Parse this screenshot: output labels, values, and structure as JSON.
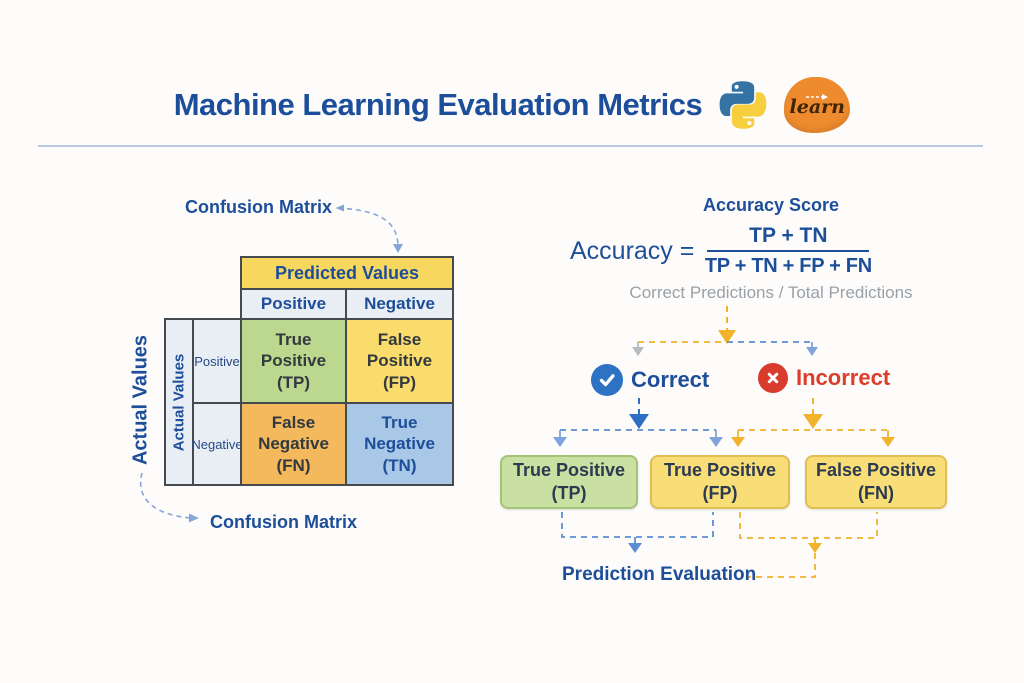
{
  "header": {
    "title": "Machine Learning Evaluation Metrics",
    "sklearn_label": "learn"
  },
  "confusion": {
    "label_top": "Confusion Matrix",
    "label_bottom": "Confusion Matrix",
    "actual_axis": "Actual Values",
    "predicted_header": "Predicted Values",
    "actual_header": "Actual Values",
    "col_positive": "Positive",
    "col_negative": "Negative",
    "row_positive": "Positive",
    "row_negative": "Negative",
    "cells": {
      "tp": {
        "label": "True Positive",
        "abbr": "(TP)"
      },
      "fp": {
        "label": "False Positive",
        "abbr": "(FP)"
      },
      "fn": {
        "label": "False Negative",
        "abbr": "(FN)"
      },
      "tn": {
        "label": "True Negative",
        "abbr": "(TN)"
      }
    }
  },
  "accuracy": {
    "title": "Accuracy Score",
    "lhs": "Accuracy =",
    "numerator": "TP + TN",
    "denominator": "TP + TN + FP + FN",
    "caption": "Correct Predictions / Total Predictions",
    "correct_label": "Correct",
    "incorrect_label": "Incorrect",
    "boxes": [
      {
        "label": "True Positive",
        "abbr": "(TP)"
      },
      {
        "label": "True Positive",
        "abbr": "(FP)"
      },
      {
        "label": "False Positive",
        "abbr": "(FN)"
      }
    ],
    "footer": "Prediction Evaluation"
  },
  "colors": {
    "navy": "#1d4e9a",
    "header_yellow": "#f8d75e",
    "cell_green": "#bcd88f",
    "cell_yellow": "#f9dc6b",
    "cell_orange": "#f5b95d",
    "cell_blue": "#a9c7e6",
    "box_green": "#cae0a3",
    "box_yellow": "#f9de77",
    "arrow_blue": "#2e6fc4",
    "arrow_yellow": "#f1b32b",
    "correct_blue": "#2e72c4",
    "incorrect_red": "#d93b2c",
    "caption_gray": "#99a1a9"
  }
}
